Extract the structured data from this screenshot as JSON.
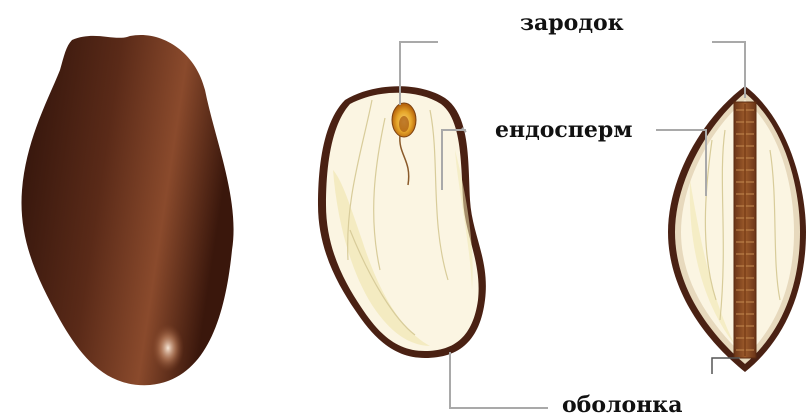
{
  "labels": {
    "embryo": "зародок",
    "endosperm": "ендосперм",
    "seed_coat": "оболонка"
  },
  "colors": {
    "seed_coat_brown": "#4a2113",
    "outer_seed_dark": "#3a180e",
    "outer_seed_mid": "#7a3a22",
    "outer_seed_light": "#b5774f",
    "endosperm_cream": "#fbf5e2",
    "endosperm_yellow": "#f1e7b3",
    "embryo_orange": "#e0a020",
    "embryo_inner": "#c66f10",
    "leader_gray": "#a9a9a9"
  }
}
